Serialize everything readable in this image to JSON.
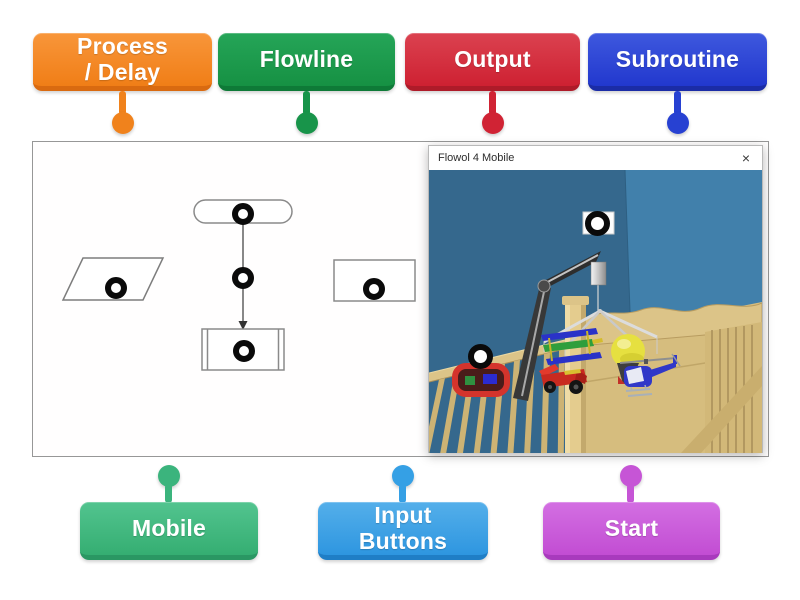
{
  "labels": {
    "top": [
      {
        "text": "Process\n/ Delay",
        "color": "#F0821C"
      },
      {
        "text": "Flowline",
        "color": "#18944A"
      },
      {
        "text": "Output",
        "color": "#D02334"
      },
      {
        "text": "Subroutine",
        "color": "#2741D2"
      }
    ],
    "bottom": [
      {
        "text": "Mobile",
        "color": "#3BB47D"
      },
      {
        "text": "Input\nButtons",
        "color": "#35A0E5"
      },
      {
        "text": "Start",
        "color": "#C655D6"
      }
    ]
  },
  "window": {
    "title": "Flowol 4 Mobile",
    "close_glyph": "×"
  },
  "diagram": {
    "flowchart_shapes": [
      "terminator",
      "flowline-arrow",
      "parallelogram",
      "rectangle",
      "subroutine-box"
    ],
    "target_count": 7,
    "targets": [
      "terminator",
      "flowline",
      "parallelogram",
      "rectangle",
      "subroutine-box",
      "crane-top",
      "hanging-toy"
    ]
  },
  "palette": {
    "wall_left": "#35688D",
    "wall_right": "#4180AB",
    "wood": "#D9C083",
    "ring": "#0A0A0A"
  }
}
